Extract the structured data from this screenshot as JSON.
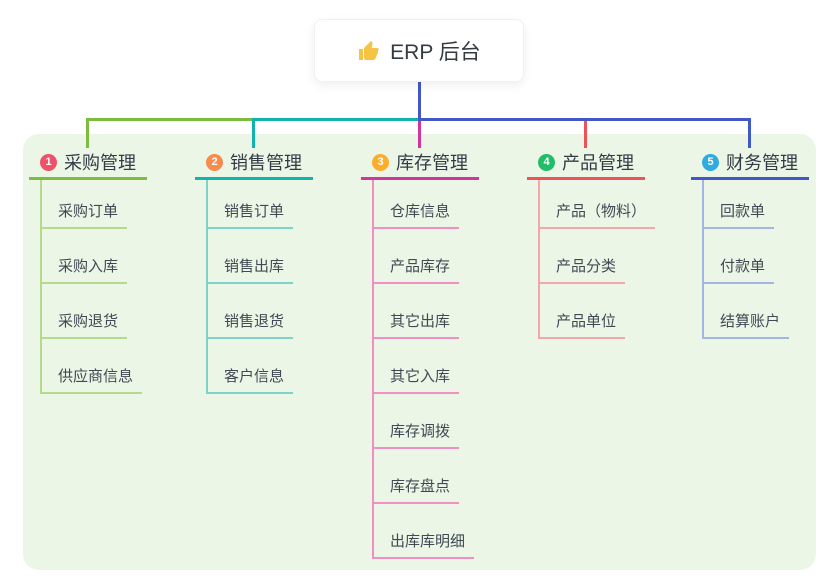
{
  "root": {
    "label": "ERP 后台",
    "icon": "thumbs-up-icon",
    "icon_color": "#f6c445"
  },
  "panel": {
    "background": "#ecf6e6"
  },
  "connectors": {
    "root_line_color": "#4457c9",
    "segment_colors": [
      "#7cbc3f",
      "#10b4ac",
      "#4457c9"
    ],
    "drop_colors": [
      "#7cbc3f",
      "#10b4ac",
      "#d2359e",
      "#f05058",
      "#3f5ac8"
    ]
  },
  "branches": [
    {
      "num": "1",
      "label": "采购管理",
      "badge_color": "#ef5168",
      "line_color": "#7cbc3f",
      "child_line_color": "#b4da8e",
      "children": [
        "采购订单",
        "采购入库",
        "采购退货",
        "供应商信息"
      ]
    },
    {
      "num": "2",
      "label": "销售管理",
      "badge_color": "#f98b4d",
      "line_color": "#10b4ac",
      "child_line_color": "#7fd2ca",
      "children": [
        "销售订单",
        "销售出库",
        "销售退货",
        "客户信息"
      ]
    },
    {
      "num": "3",
      "label": "库存管理",
      "badge_color": "#fdad2c",
      "line_color": "#d2359e",
      "child_line_color": "#f090c2",
      "children": [
        "仓库信息",
        "产品库存",
        "其它出库",
        "其它入库",
        "库存调拨",
        "库存盘点",
        "出库库明细"
      ]
    },
    {
      "num": "4",
      "label": "产品管理",
      "badge_color": "#22bd67",
      "line_color": "#f05058",
      "child_line_color": "#f6a6a8",
      "children": [
        "产品（物料）",
        "产品分类",
        "产品单位"
      ]
    },
    {
      "num": "5",
      "label": "财务管理",
      "badge_color": "#2fabe1",
      "line_color": "#3f5ac8",
      "child_line_color": "#a3b5e2",
      "children": [
        "回款单",
        "付款单",
        "结算账户"
      ]
    }
  ]
}
